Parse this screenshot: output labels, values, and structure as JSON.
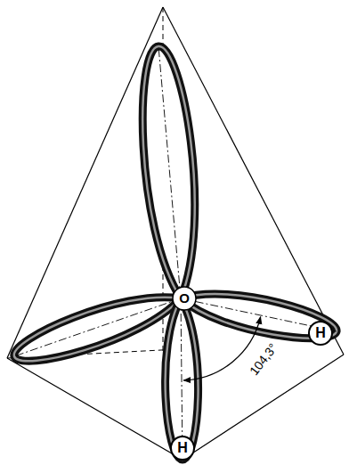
{
  "diagram": {
    "nodes": [
      {
        "text": [
          "H"
        ]
      },
      {
        "text": [
          "H"
        ]
      }
    ],
    "labels": [
      "O",
      "104,3°"
    ]
  }
}
